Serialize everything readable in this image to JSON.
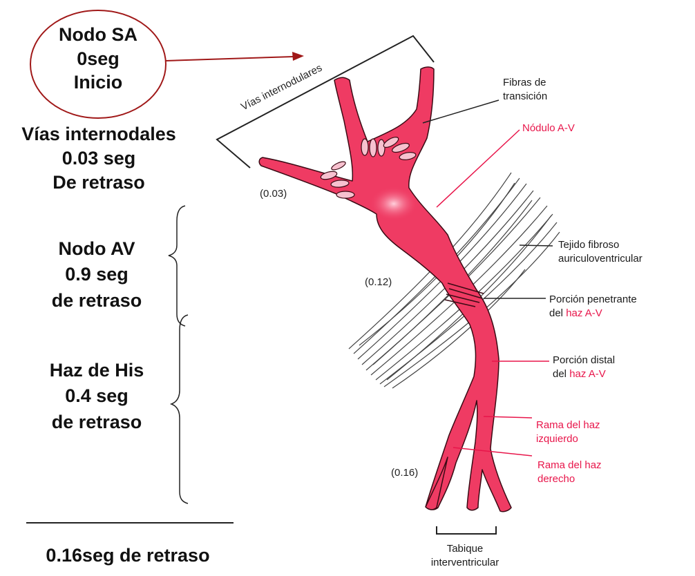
{
  "sa_node": {
    "line1": "Nodo SA",
    "line2": "0seg",
    "line3": "Inicio"
  },
  "internodal": {
    "line1": "Vías internodales",
    "line2": "0.03 seg",
    "line3": "De retraso"
  },
  "av_node": {
    "line1": "Nodo AV",
    "line2": "0.9 seg",
    "line3": "de retraso"
  },
  "his": {
    "line1": "Haz de His",
    "line2": "0.4 seg",
    "line3": "de retraso"
  },
  "total": "0.16seg de retraso",
  "labels": {
    "vias_internodulares": "Vías internodulares",
    "fibras_transicion_1": "Fibras de",
    "fibras_transicion_2": "transición",
    "nodulo_av": "Nódulo A-V",
    "tejido_1": "Tejido fibroso",
    "tejido_2": "auriculoventricular",
    "penetrante_1": "Porción penetrante",
    "penetrante_2a": "del ",
    "penetrante_2b": "haz A-V",
    "distal_1": "Porción distal",
    "distal_2a": "del ",
    "distal_2b": "haz A-V",
    "rama_izq_1": "Rama del haz",
    "rama_izq_2": "izquierdo",
    "rama_der_1": "Rama del haz",
    "rama_der_2": "derecho",
    "tabique_1": "Tabique",
    "tabique_2": "interventricular"
  },
  "times": {
    "t003": "(0.03)",
    "t012": "(0.12)",
    "t016": "(0.16)"
  },
  "colors": {
    "conduction": "#ef3b63",
    "accent": "#e8154a",
    "oval": "#a01818"
  }
}
